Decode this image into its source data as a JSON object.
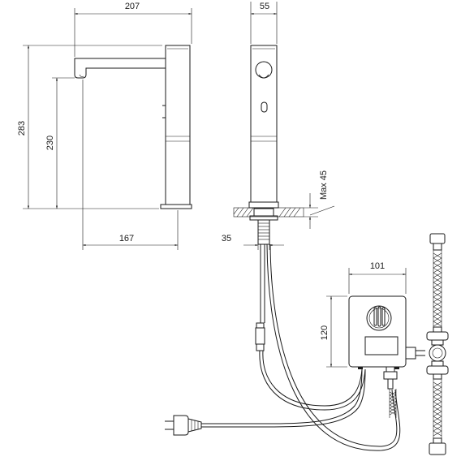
{
  "dimensions": {
    "top_width": "207",
    "top_depth": "55",
    "overall_height": "283",
    "spout_height": "230",
    "projection": "167",
    "max_thickness": "Max 45",
    "shank": "35",
    "box_width": "101",
    "box_height": "120"
  }
}
